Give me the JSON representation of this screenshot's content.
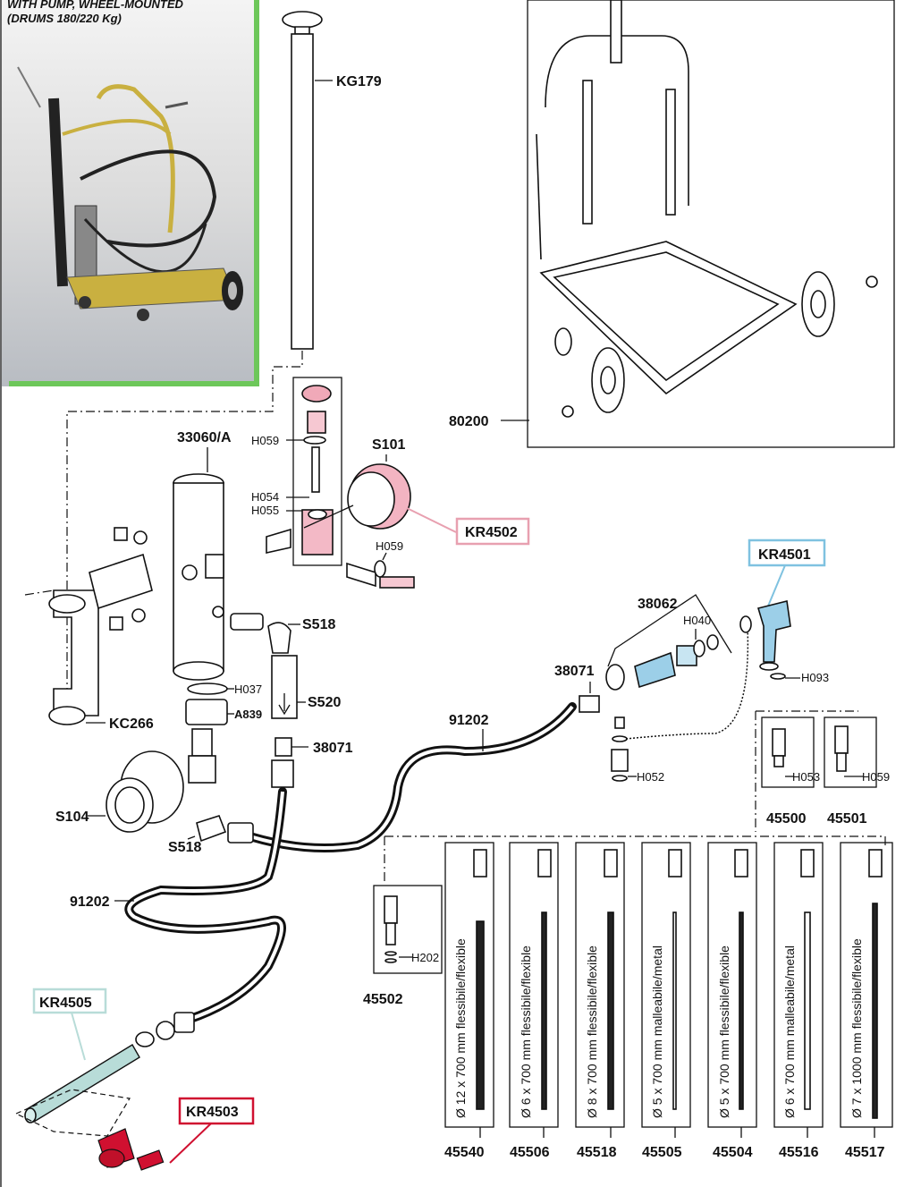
{
  "header": {
    "line1": "WITH PUMP, WHEEL-MOUNTED",
    "line2": "(DRUMS 180/220 Kg)"
  },
  "colors": {
    "photo_border": "#6dc75a",
    "kr4502": "#e8a0b0",
    "kr4501": "#7fc2e0",
    "kr4505": "#b8dcd8",
    "kr4503": "#d01030"
  },
  "parts": {
    "kg179": "KG179",
    "p33060a": "33060/A",
    "s101": "S101",
    "h059a": "H059",
    "h054": "H054",
    "h055": "H055",
    "h059b": "H059",
    "kr4502": "KR4502",
    "p80200": "80200",
    "kr4501": "KR4501",
    "p38062": "38062",
    "h040": "H040",
    "p38071a": "38071",
    "h093": "H093",
    "s518a": "S518",
    "h037": "H037",
    "a839": "A839",
    "s520": "S520",
    "kc266": "KC266",
    "p38071b": "38071",
    "p91202a": "91202",
    "h052": "H052",
    "h053": "H053",
    "h059c": "H059",
    "p45500": "45500",
    "p45501": "45501",
    "s104": "S104",
    "s518b": "S518",
    "p91202b": "91202",
    "h202": "H202",
    "p45502": "45502",
    "kr4505": "KR4505",
    "kr4503": "KR4503"
  },
  "extensions": [
    {
      "code": "45540",
      "desc": "Ø 12 x 700 mm flessibile/flexible"
    },
    {
      "code": "45506",
      "desc": "Ø 6 x 700 mm flessibile/flexible"
    },
    {
      "code": "45518",
      "desc": "Ø 8 x 700 mm flessibile/flexible"
    },
    {
      "code": "45505",
      "desc": "Ø 5 x 700 mm malleabile/metal"
    },
    {
      "code": "45504",
      "desc": "Ø 5 x 700 mm flessibile/flexible"
    },
    {
      "code": "45516",
      "desc": "Ø 6 x 700 mm malleabile/metal"
    },
    {
      "code": "45517",
      "desc": "Ø 7 x 1000 mm flessibile/flexible"
    }
  ]
}
